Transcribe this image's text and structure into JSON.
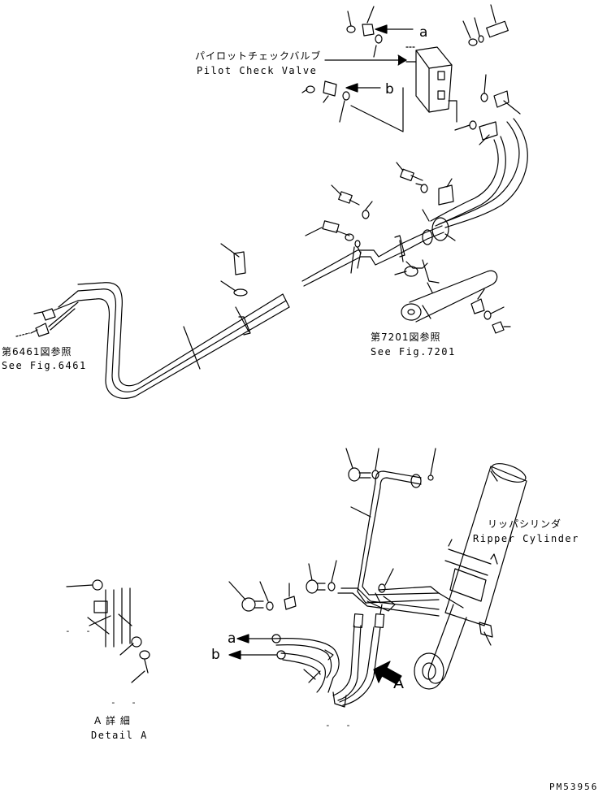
{
  "drawing_id": "PM53956",
  "labels": {
    "pilot_check_valve_jp": "パイロットチェックバルブ",
    "pilot_check_valve_en": "Pilot Check Valve",
    "see_fig_6461_jp": "第6461図参照",
    "see_fig_6461_en": "See Fig.6461",
    "see_fig_7201_jp": "第7201図参照",
    "see_fig_7201_en": "See Fig.7201",
    "ripper_cylinder_jp": "リッパシリンダ",
    "ripper_cylinder_en": "Ripper Cylinder",
    "detail_a_jp": "A 詳 細",
    "detail_a_en": "Detail A",
    "ref_a_upper": "a",
    "ref_b_upper": "b",
    "ref_a_lower": "a",
    "ref_b_lower": "b",
    "view_arrow_A": "A"
  },
  "dash_marks": {
    "detail_left": "- -",
    "detail_bottom": "- -",
    "hose_bottom": "- -"
  }
}
